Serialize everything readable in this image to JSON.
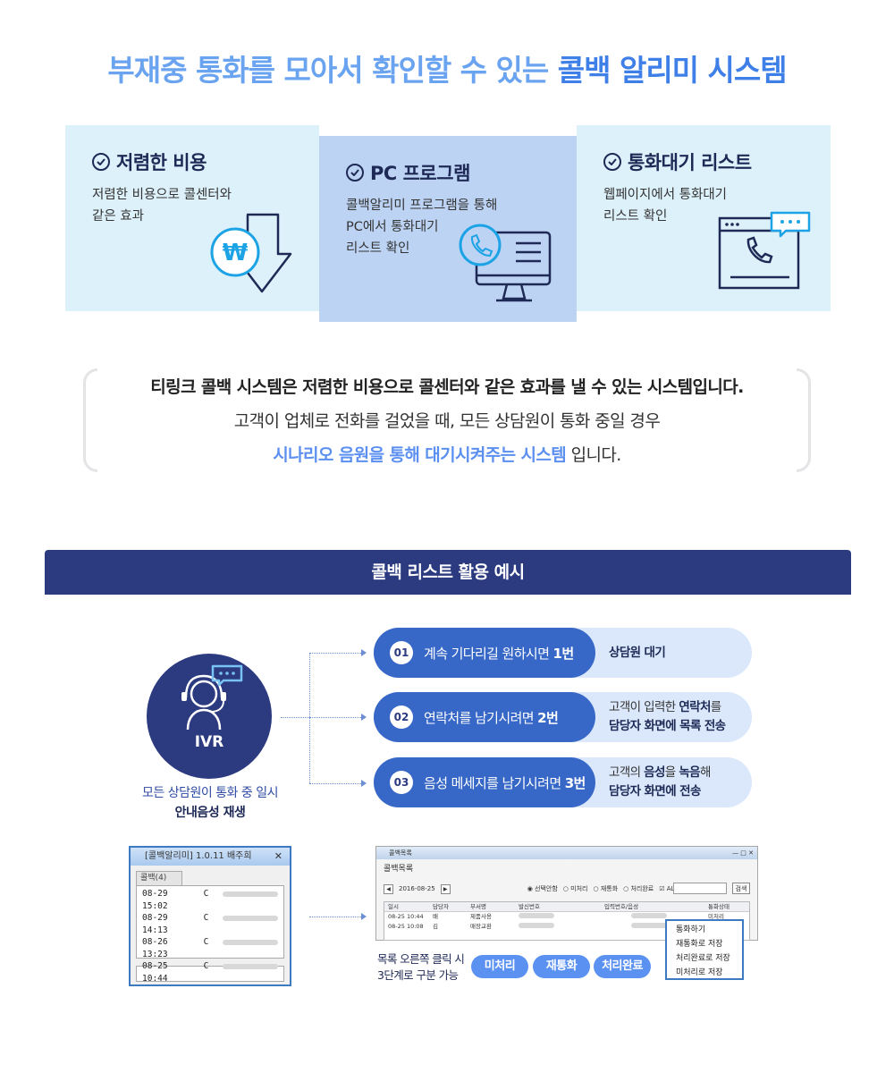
{
  "headline": {
    "part1": "부재중 통화를 모아서 확인할 수 있는",
    "part2": "콜백 알리미 시스템"
  },
  "features": [
    {
      "title": "저렴한 비용",
      "desc": "저렴한 비용으로 콜센터와\n같은 효과",
      "icon": "won-down-arrow-icon"
    },
    {
      "title": "PC 프로그램",
      "desc": "콜백알리미 프로그램을 통해\nPC에서 통화대기\n리스트 확인",
      "icon": "monitor-phone-icon"
    },
    {
      "title": "통화대기 리스트",
      "desc": "웹페이지에서 통화대기\n리스트 확인",
      "icon": "webpage-phone-icon"
    }
  ],
  "intro": {
    "line1": "티링크 콜백 시스템은 저렴한 비용으로 콜센터와 같은 효과를 낼 수 있는 시스템입니다.",
    "line2": "고객이 업체로 전화를 걸었을 때, 모든 상담원이 통화 중일 경우",
    "line3_highlight": "시나리오 음원을 통해 대기시켜주는 시스템",
    "line3_rest": " 입니다."
  },
  "banner": "콜백 리스트 활용 예시",
  "ivr": {
    "label": "IVR",
    "caption1": "모든 상담원이 통화 중 일시",
    "caption2": "안내음성 재생"
  },
  "options": [
    {
      "num": "01",
      "text": "계속 기다리길 원하시면 ",
      "key": "1번",
      "result_pre": "",
      "result_bold": "상담원 대기",
      "result_post": "",
      "result_line2": ""
    },
    {
      "num": "02",
      "text": "연락처를 남기시려면 ",
      "key": "2번",
      "result_pre": "고객이 입력한 ",
      "result_bold": "연락처",
      "result_post": "를",
      "result_line2": "담당자 화면에 목록 전송"
    },
    {
      "num": "03",
      "text": "음성 메세지를 남기시려면 ",
      "key": "3번",
      "result_pre": "고객의 ",
      "result_bold": "음성",
      "result_post": "을 ",
      "result_bold2": "녹음",
      "result_post2": "해",
      "result_line2": "담당자 화면에 전송"
    }
  ],
  "desktop_window": {
    "title": "[콜백알리미] 1.0.11 배주희",
    "tab": "콜백(4)",
    "rows": [
      {
        "time": "08-29 15:02",
        "type": "C"
      },
      {
        "time": "08-29 14:13",
        "type": "C"
      },
      {
        "time": "08-26 13:23",
        "type": "C"
      },
      {
        "time": "08-25 10:44",
        "type": "C"
      }
    ]
  },
  "list_app": {
    "title": "콜백목록",
    "subtitle": "콜백목록",
    "date": "2016-08-25",
    "filters": [
      "선택안함",
      "미처리",
      "재통화",
      "처리완료"
    ],
    "all_label": "ALL",
    "search_label": "검색",
    "columns": [
      "일시",
      "담당자",
      "부서명",
      "발신번호",
      "입력번호/음성",
      "통화상태"
    ],
    "rows": [
      {
        "time": "08-25 10:44",
        "agent": "배",
        "dept": "제품사용",
        "status": "미처리"
      },
      {
        "time": "08-25 10:08",
        "agent": "김",
        "dept": "매장교환",
        "status": ""
      }
    ]
  },
  "context_menu": [
    "통화하기",
    "재통화로 저장",
    "처리완료로 저장",
    "미처리로 저장"
  ],
  "note": {
    "line1": "목록 오른쪽 클릭 시",
    "line2": "3단계로 구분 가능"
  },
  "tags": [
    "미처리",
    "재통화",
    "처리완료"
  ],
  "colors": {
    "accent": "#3f7fe8",
    "navy": "#2c3a80",
    "light_blue": "#ddf1fb",
    "mid_blue": "#bcd3f3"
  }
}
